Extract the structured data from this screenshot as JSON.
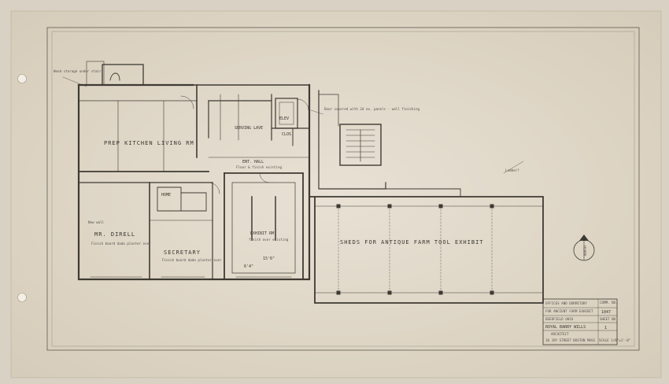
{
  "rooms": {
    "kitchen": "PREP KITCHEN LIVING RM",
    "serving": "SERVING LAVE",
    "elev": "ELEV",
    "clos": "CLOS",
    "ent_hall": "ENT. HALL",
    "ent_hall_note": "Floor & finish existing",
    "mr_dirk": "MR. DIRELL",
    "mr_dirk_note": "Finish board dado plaster over",
    "secretary": "SECRETARY",
    "secretary_note": "Finish board dado plaster over",
    "exhibit": "EXHIBIT RM.",
    "exhibit_note": "finish over existing",
    "sheds": "SHEDS   FOR  ANTIQUE  FARM  TOOL  EXHIBIT",
    "home": "HOME",
    "north": "NORTH"
  },
  "notes": {
    "chimney": "Wood storage under stair",
    "door_new": "Door covered with 2d ex. panels - wall finishing",
    "lumber": "Lumber? ",
    "new_wall": "New wall"
  },
  "title_block": {
    "line1": "OFFICES AND DORMITORY",
    "line2": "FOR ANCIENT FARM EXHIBIT",
    "line3": "DEERFIELD  OHIO",
    "firm": "ROYAL BARRY WILLS",
    "firm_sub": "ARCHITECT",
    "address": "10 JOY STREET  BOSTON  MASS",
    "sheet_label": "SHEET NO",
    "sheet_no": "1",
    "comm_label": "COMM. NO.",
    "comm_no": "1047",
    "scale": "SCALE 1/8\"=1'-0\""
  },
  "dims": {
    "d1": "15'6\"",
    "d2": "6'4\""
  }
}
